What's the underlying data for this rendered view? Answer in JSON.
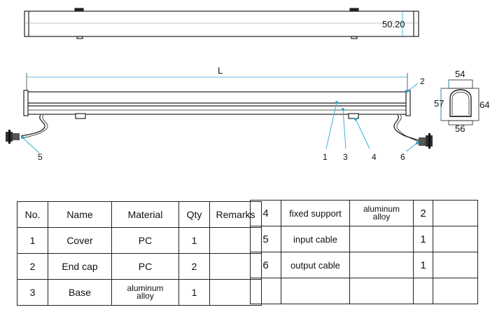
{
  "dimensions": {
    "height": "50.20",
    "length": "L",
    "end_top": "54",
    "end_left": "57",
    "end_right": "64",
    "end_bottom": "56"
  },
  "callouts": [
    "1",
    "2",
    "3",
    "4",
    "5",
    "6"
  ],
  "colors": {
    "leader": "#2aa9d6",
    "line": "#222222"
  },
  "bom_left": {
    "headers": [
      "No.",
      "Name",
      "Material",
      "Qty",
      "Remarks"
    ],
    "rows": [
      {
        "no": "1",
        "name": "Cover",
        "material": "PC",
        "qty": "1",
        "remarks": ""
      },
      {
        "no": "2",
        "name": "End cap",
        "material": "PC",
        "qty": "2",
        "remarks": ""
      },
      {
        "no": "3",
        "name": "Base",
        "material": "aluminum alloy",
        "qty": "1",
        "remarks": ""
      }
    ]
  },
  "bom_right": {
    "rows": [
      {
        "no": "4",
        "name": "fixed support",
        "material": "aluminum alloy",
        "qty": "2",
        "remarks": ""
      },
      {
        "no": "5",
        "name": "input cable",
        "material": "",
        "qty": "1",
        "remarks": ""
      },
      {
        "no": "6",
        "name": "output cable",
        "material": "",
        "qty": "1",
        "remarks": ""
      },
      {
        "no": "",
        "name": "",
        "material": "",
        "qty": "",
        "remarks": ""
      }
    ]
  }
}
